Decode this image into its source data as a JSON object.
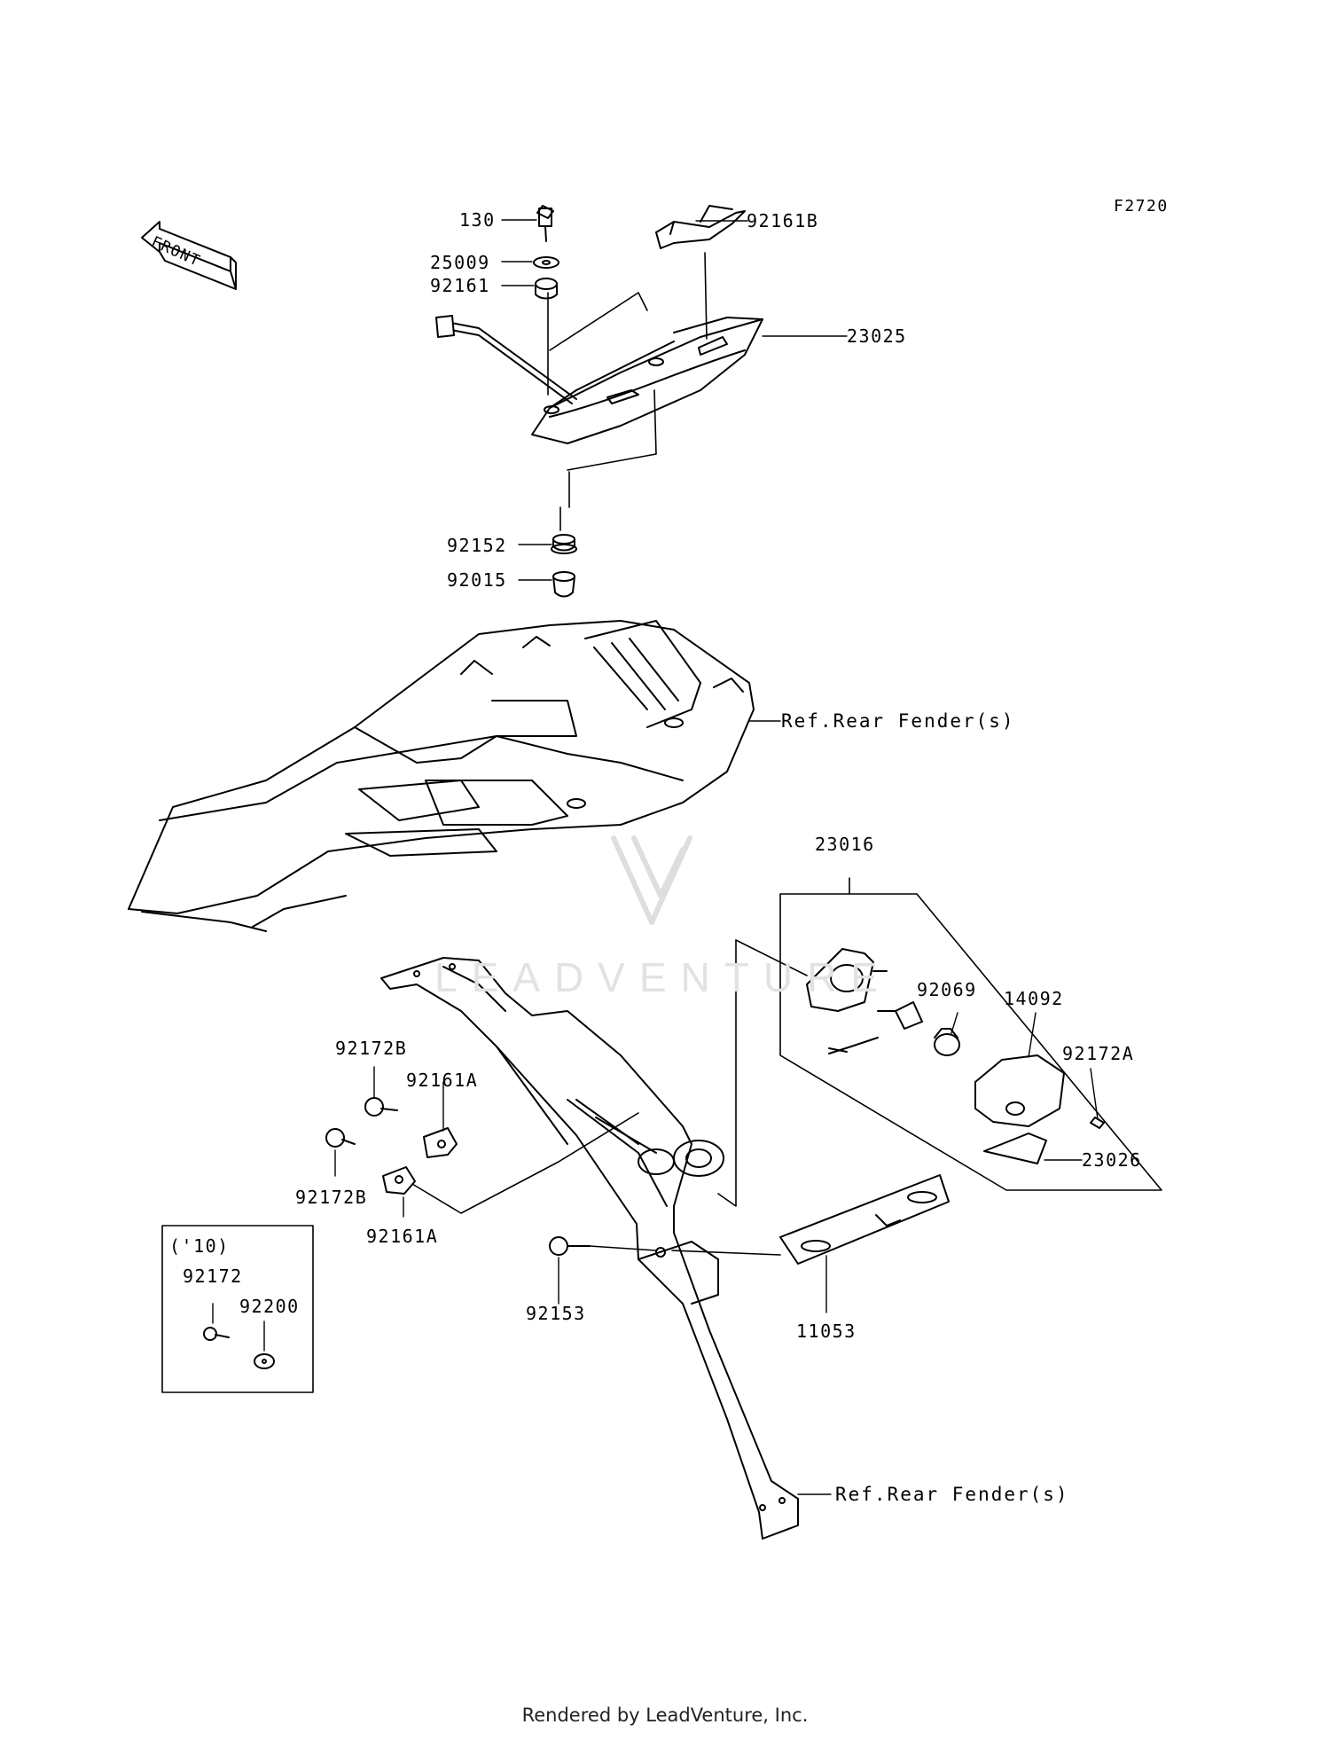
{
  "figure_id": "F2720",
  "front_label": "FRONT",
  "parts": {
    "p130": "130",
    "p25009": "25009",
    "p92161": "92161",
    "p92161B": "92161B",
    "p23025": "23025",
    "p92152": "92152",
    "p92015": "92015",
    "ref_rear_fender_top": "Ref.Rear Fender(s)",
    "p23016": "23016",
    "p92069": "92069",
    "p14092": "14092",
    "p92172A": "92172A",
    "p23026": "23026",
    "p92172B_top": "92172B",
    "p92161A_top": "92161A",
    "p92172B_bottom": "92172B",
    "p92161A_bottom": "92161A",
    "p92153": "92153",
    "p11053": "11053",
    "ref_rear_fender_bottom": "Ref.Rear Fender(s)"
  },
  "inset": {
    "year": "('10)",
    "p92172": "92172",
    "p92200": "92200"
  },
  "watermark": "LEADVENTURE",
  "footer": "Rendered by LeadVenture, Inc."
}
